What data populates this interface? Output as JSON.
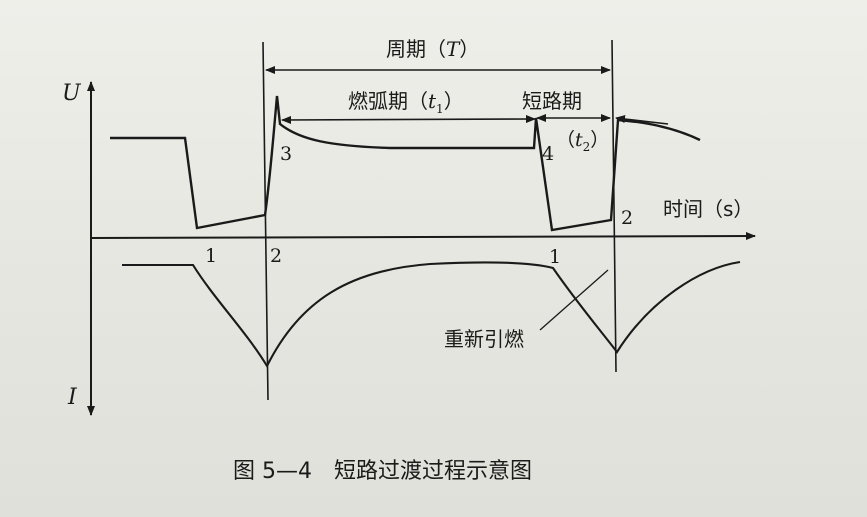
{
  "figure": {
    "caption": "图 5—4　短路过渡过程示意图"
  },
  "axes": {
    "voltage_label": "U",
    "current_label": "I",
    "time_label": "时间（s）"
  },
  "annotations": {
    "period": "周期（",
    "period_symbol": "T",
    "period_close": "）",
    "arc_period": "燃弧期（",
    "arc_symbol": "t",
    "arc_sub": "1",
    "arc_close": "）",
    "short_period": "短路期",
    "short_open": "（",
    "short_symbol": "t",
    "short_sub": "2",
    "short_close": "）",
    "reignition": "重新引燃"
  },
  "point_labels": {
    "v1": "1",
    "v2": "2",
    "v3": "3",
    "v4": "4",
    "v2b": "2",
    "c1": "1",
    "c2": "2",
    "c1b": "1"
  }
}
